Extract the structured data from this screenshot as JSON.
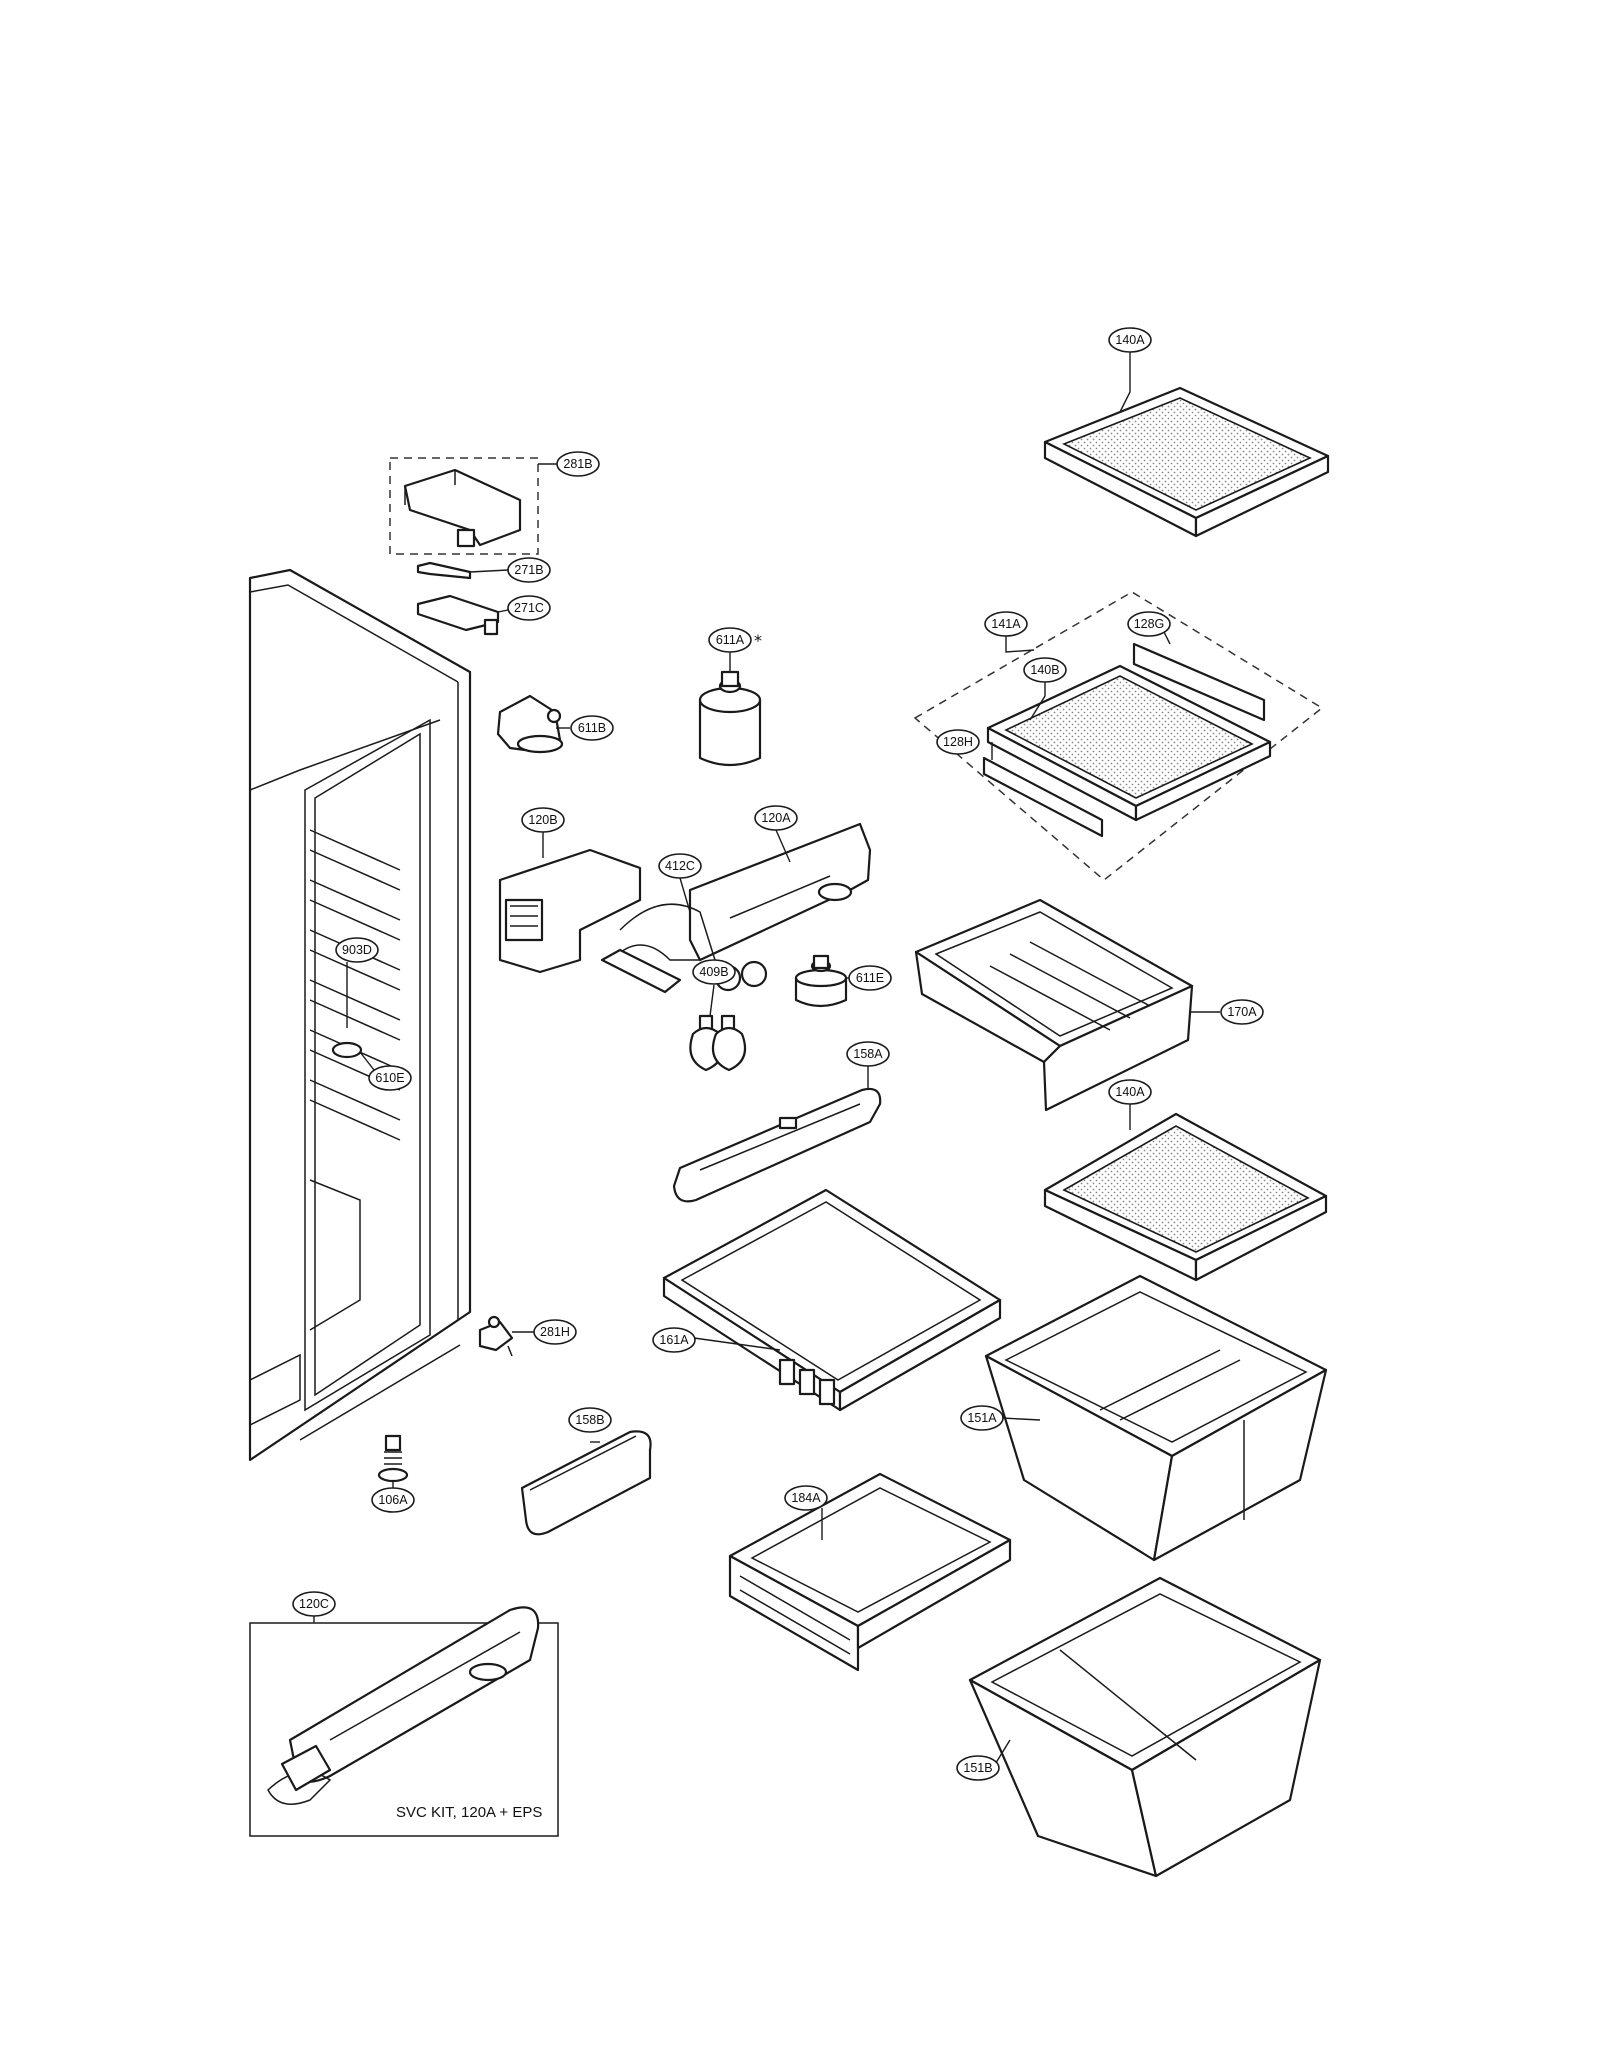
{
  "callouts": {
    "c140a_top": "140A",
    "c281b": "281B",
    "c271b": "271B",
    "c271c": "271C",
    "c611a": "611A",
    "c141a": "141A",
    "c128g": "128G",
    "c140b": "140B",
    "c128h": "128H",
    "c611b": "611B",
    "c120b": "120B",
    "c120a": "120A",
    "c412c": "412C",
    "c903d": "903D",
    "c610e": "610E",
    "c611e": "611E",
    "c409b": "409B",
    "c170a": "170A",
    "c158a": "158A",
    "c140a_mid": "140A",
    "c161a": "161A",
    "c281h": "281H",
    "c151a": "151A",
    "c158b": "158B",
    "c106a": "106A",
    "c184a": "184A",
    "c120c": "120C",
    "c151b": "151B"
  },
  "star_mark": "*",
  "kit_note": "SVC KIT, 120A + EPS"
}
